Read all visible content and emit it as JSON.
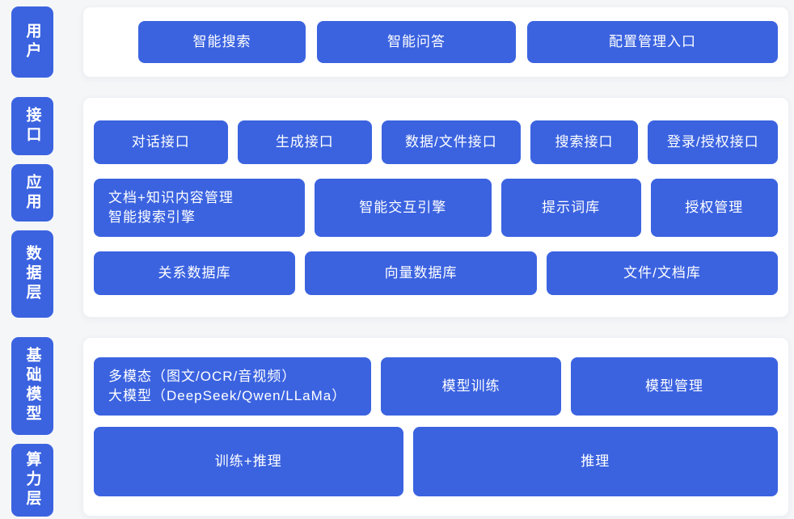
{
  "colors": {
    "primary_blue": "#3b63e0",
    "card_bg": "#ffffff",
    "page_bg": "#f5f6f8",
    "block_text": "#ffffff"
  },
  "bands": [
    {
      "side_labels": [
        {
          "text": "用户"
        }
      ],
      "rows": [
        {
          "blocks": [
            {
              "label": "智能搜索"
            },
            {
              "label": "智能问答"
            },
            {
              "label": "配置管理入口"
            }
          ]
        }
      ]
    },
    {
      "side_labels": [
        {
          "text": "接口"
        },
        {
          "text": "应用"
        },
        {
          "text": "数据层"
        }
      ],
      "rows": [
        {
          "blocks": [
            {
              "label": "对话接口"
            },
            {
              "label": "生成接口"
            },
            {
              "label": "数据/文件接口"
            },
            {
              "label": "搜索接口"
            },
            {
              "label": "登录/授权接口"
            }
          ]
        },
        {
          "blocks": [
            {
              "label": "文档+知识内容管理",
              "label2": "智能搜索引擎"
            },
            {
              "label": "智能交互引擎"
            },
            {
              "label": "提示词库"
            },
            {
              "label": "授权管理"
            }
          ]
        },
        {
          "blocks": [
            {
              "label": "关系数据库"
            },
            {
              "label": "向量数据库"
            },
            {
              "label": "文件/文档库"
            }
          ]
        }
      ]
    },
    {
      "side_labels": [
        {
          "text": "基础模型"
        },
        {
          "text": "算力层"
        }
      ],
      "rows": [
        {
          "blocks": [
            {
              "label": "多模态（图文/OCR/音视频）",
              "label2": "大模型（DeepSeek/Qwen/LLaMa）"
            },
            {
              "label": "模型训练"
            },
            {
              "label": "模型管理"
            }
          ]
        },
        {
          "blocks": [
            {
              "label": "训练+推理"
            },
            {
              "label": "推理"
            }
          ]
        }
      ]
    }
  ]
}
